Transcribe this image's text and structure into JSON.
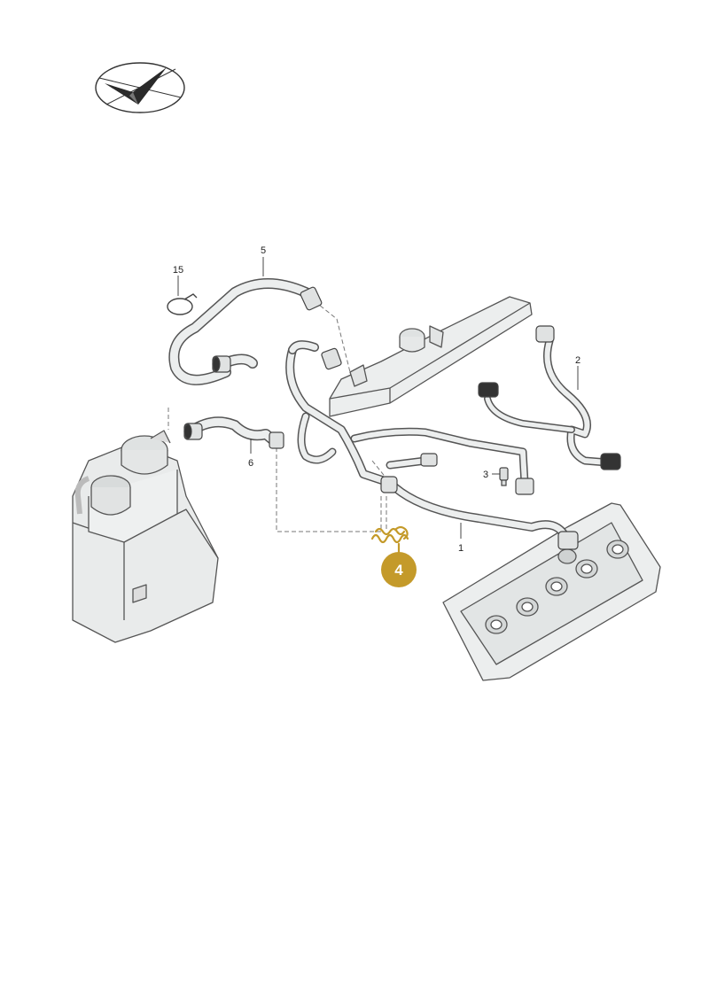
{
  "diagram": {
    "callouts": [
      {
        "id": "1",
        "label": "1"
      },
      {
        "id": "2",
        "label": "2"
      },
      {
        "id": "3",
        "label": "3"
      },
      {
        "id": "5",
        "label": "5"
      },
      {
        "id": "6",
        "label": "6"
      },
      {
        "id": "15",
        "label": "15"
      }
    ],
    "highlight": {
      "label": "4",
      "color": "#c49a2a"
    },
    "colors": {
      "line": "#555555",
      "part_fill": "#eef0f0",
      "hose_fill": "#e6e8e8",
      "accent": "#c49a2a"
    }
  },
  "logo": {
    "name": "check-mark-logo-icon"
  }
}
